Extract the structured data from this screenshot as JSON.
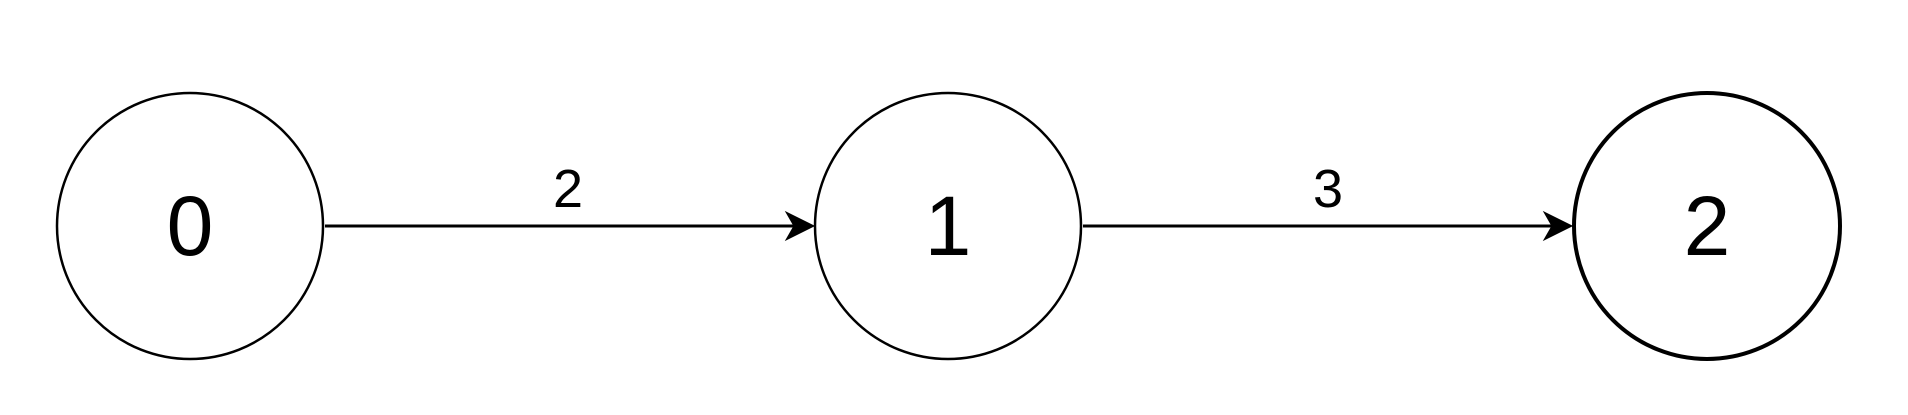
{
  "graph": {
    "nodes": [
      {
        "id": "0",
        "label": "0"
      },
      {
        "id": "1",
        "label": "1"
      },
      {
        "id": "2",
        "label": "2"
      }
    ],
    "edges": [
      {
        "from": "0",
        "to": "1",
        "label": "2"
      },
      {
        "from": "1",
        "to": "2",
        "label": "3"
      }
    ]
  },
  "colors": {
    "stroke": "#000000",
    "fill": "#ffffff"
  }
}
